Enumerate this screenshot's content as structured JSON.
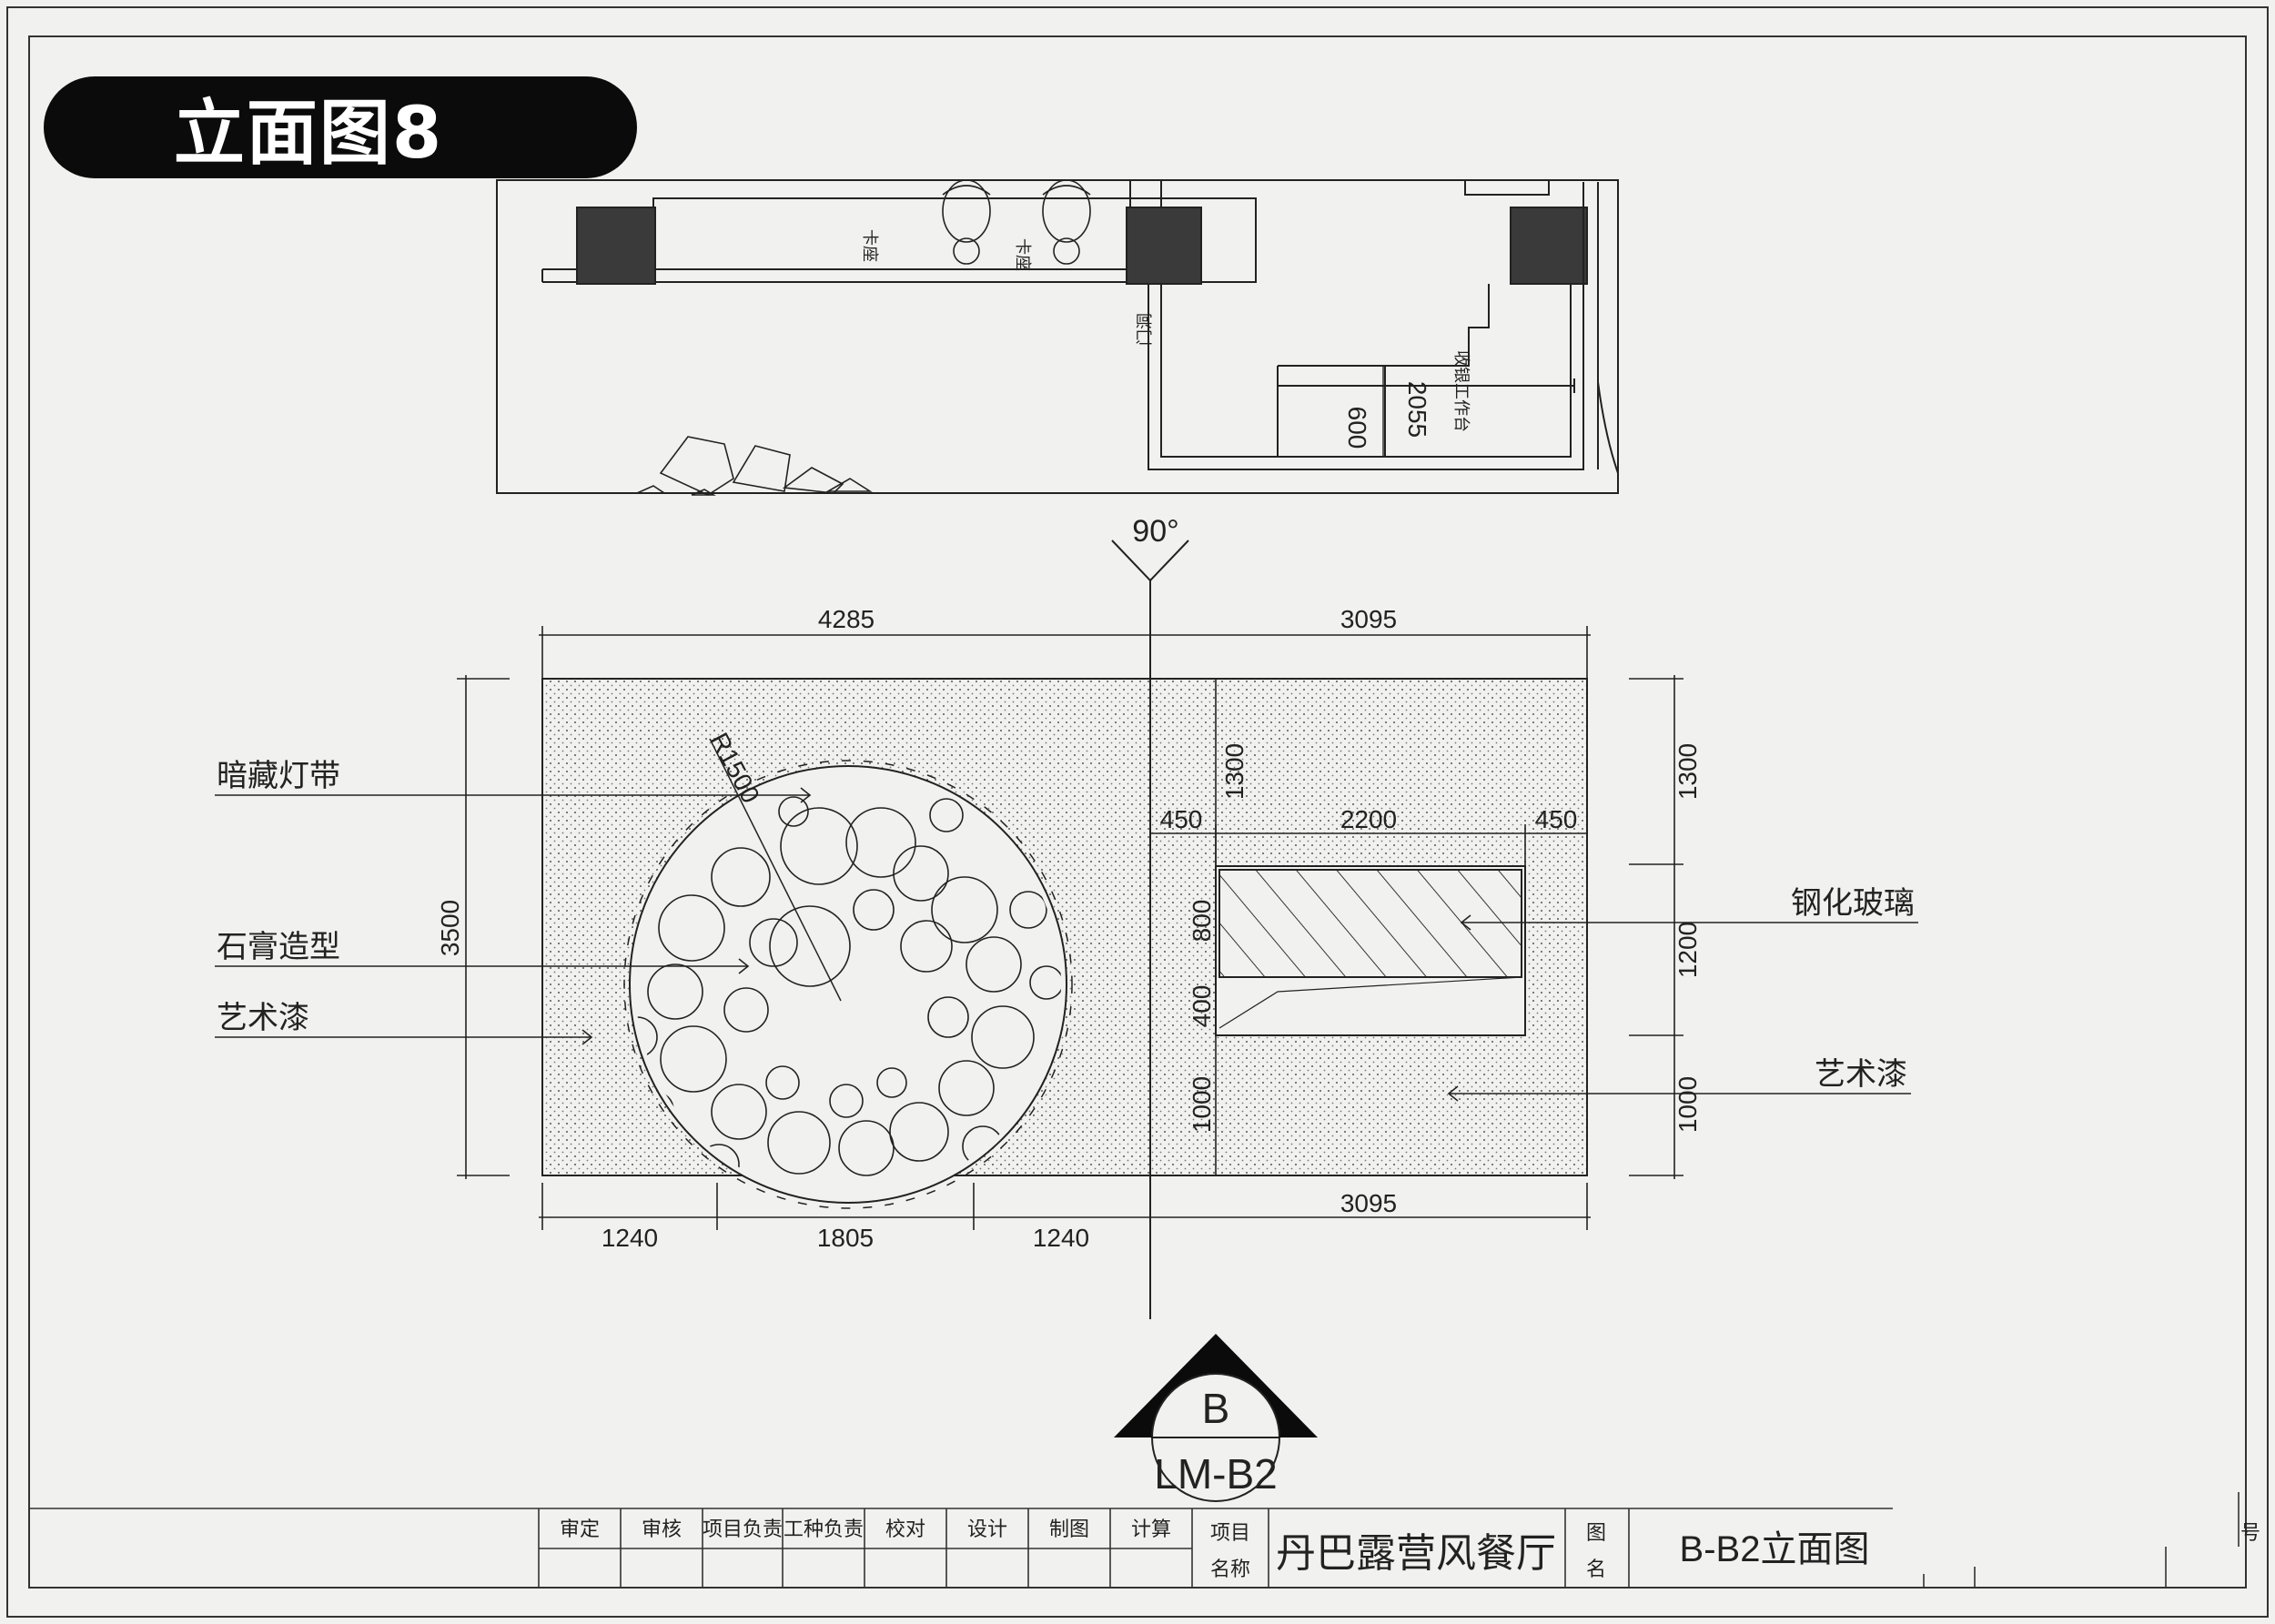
{
  "title": "立面图8",
  "plan": {
    "angle_label": "90°",
    "seat_labels": [
      "卡座",
      "卡座"
    ],
    "door_label": "门洞",
    "dim_600": "600",
    "dim_2055": "2055",
    "counter_label": "收银工作台"
  },
  "elevation": {
    "top_dims": [
      "4285",
      "3095"
    ],
    "left_dim": "3500",
    "right_dims": [
      "1300",
      "1200",
      "1000"
    ],
    "window_dims": [
      "450",
      "2200",
      "450"
    ],
    "inner_dims": [
      "1300",
      "800",
      "400",
      "1000"
    ],
    "bottom_dims": [
      "1240",
      "1805",
      "1240",
      "3095"
    ],
    "radius_label": "R1500",
    "labels_left": [
      "暗藏灯带",
      "石膏造型",
      "艺术漆"
    ],
    "labels_right": [
      "钢化玻璃",
      "艺术漆"
    ]
  },
  "section_mark": {
    "letter": "B",
    "code": "LM-B2"
  },
  "title_block": {
    "headers": [
      "审定",
      "审核",
      "项目负责",
      "工种负责",
      "校对",
      "设计",
      "制图",
      "计算"
    ],
    "project_label_1": "项目",
    "project_label_2": "名称",
    "project_name": "丹巴露营风餐厅",
    "drawing_label_1": "图",
    "drawing_label_2": "名",
    "drawing_name": "B-B2立面图",
    "edge_mark": "号"
  }
}
